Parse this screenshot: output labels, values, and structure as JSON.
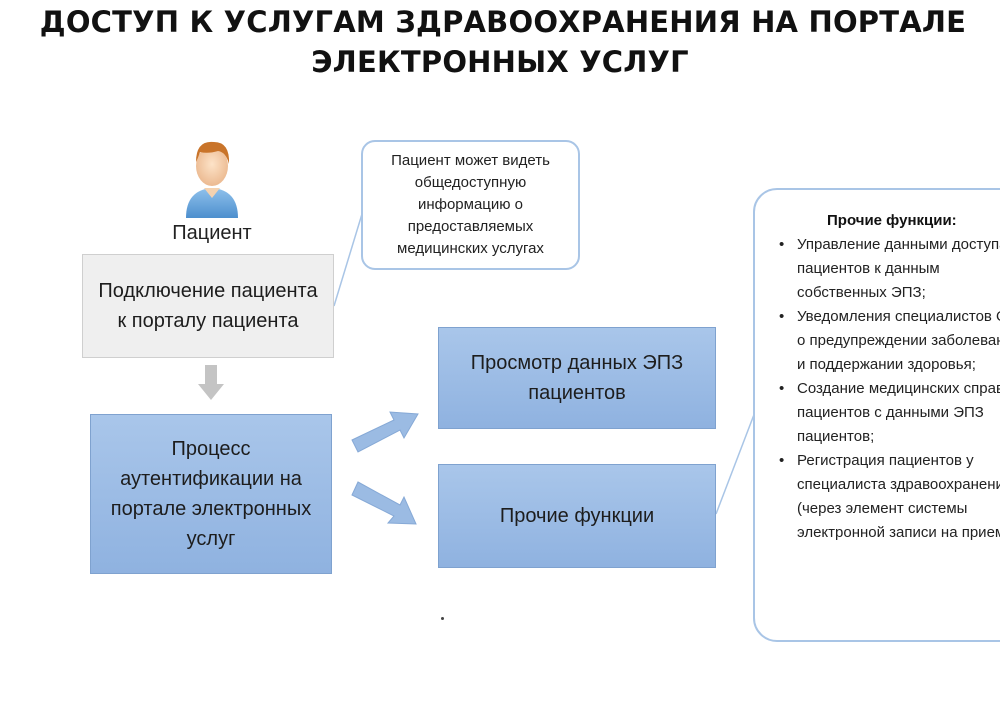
{
  "title": {
    "line1": "ДОСТУП К УСЛУГАМ ЗДРАВООХРАНЕНИЯ НА ПОРТАЛЕ",
    "line2": "ЭЛЕКТРОННЫХ УСЛУГ"
  },
  "patient": {
    "label": "Пациент",
    "icon": "patient-avatar-icon"
  },
  "nodes": {
    "connect": "Подключение пациента к порталу пациента",
    "auth": "Процесс аутентификации на портале электронных услуг",
    "view": "Просмотр данных ЭПЗ пациентов",
    "other": "Прочие функции"
  },
  "callout": {
    "text": "Пациент может видеть общедоступную информацию о предоставляемых медицинских услугах"
  },
  "functions_panel": {
    "heading": "Прочие функции:",
    "items": [
      "Управление данными доступа пациентов к данным собственных ЭПЗ;",
      "Уведомления специалистов ОЗ о предупреждении заболеваний и поддержании здоровья;",
      "Создание медицинских справок пациентов с данными ЭПЗ пациентов;",
      "Регистрация пациентов у специалиста здравоохранения (через элемент системы электронной записи на прием)"
    ]
  },
  "colors": {
    "blue_box": "#9dbce6",
    "blue_border": "#7fa2cf",
    "gray_box": "#efefef",
    "callout_border": "#a9c5e6",
    "arrow_fill": "#8fb2e0",
    "down_arrow": "#bdbdbd"
  }
}
